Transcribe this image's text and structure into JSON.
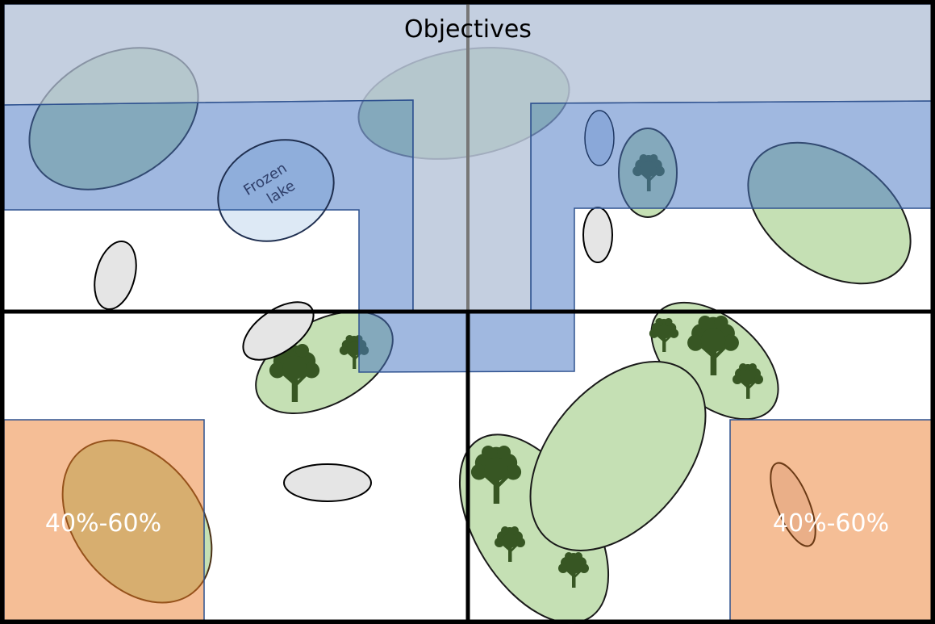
{
  "title": "Objectives",
  "lake_label_line1": "Frozen",
  "lake_label_line2": "lake",
  "zones": [
    {
      "label": "40%-60%"
    },
    {
      "label": "40%-60%"
    }
  ],
  "colors": {
    "river": "#a0b8e0",
    "objectives": "#c4cfe0",
    "forest": "#c5e0b4",
    "tree": "#375623",
    "zone": "#f5be96",
    "rock": "#e5e5e5"
  }
}
